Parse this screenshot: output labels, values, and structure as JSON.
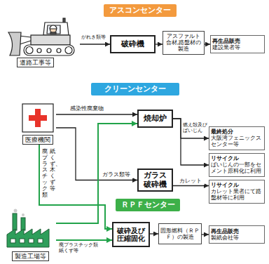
{
  "diagram": {
    "nodes": [
      {
        "text": [
          "アスコンセンター"
        ]
      },
      {
        "text": [
          "道路工事等"
        ]
      },
      {
        "text": [
          "破砕機"
        ]
      },
      {
        "text": [
          "アスファルト合材,路盤材の製造"
        ]
      },
      {
        "text": [
          "再生品販売",
          "建設業者等"
        ]
      },
      {
        "text": [
          "クリーンセンター"
        ]
      },
      {
        "text": [
          "医療機関"
        ]
      },
      {
        "text": [
          "焼却炉"
        ]
      },
      {
        "text": [
          "最終処分",
          "大阪湾フェニックスセンター等"
        ]
      },
      {
        "text": [
          "リサイクル",
          "ばいじんの一部をセメント原料化に利用"
        ]
      },
      {
        "text": [
          "ガラス 破砕機"
        ]
      },
      {
        "text": [
          "リサイクル",
          "カレット業者にて路盤材等に利用"
        ]
      },
      {
        "text": [
          "ＲＰＦセンター"
        ]
      },
      {
        "text": [
          "製造工場等"
        ]
      },
      {
        "text": [
          "破砕及び 圧縮固化"
        ]
      },
      {
        "text": [
          "固形燃料（ＲＰＦ）の製造"
        ]
      },
      {
        "text": [
          "再生品販売",
          "製紙会社等"
        ]
      }
    ],
    "edges": [
      {
        "from": 1,
        "to": 2,
        "arrow": "to",
        "label": "がれき類等"
      },
      {
        "from": 2,
        "to": 3,
        "arrow": "to"
      },
      {
        "from": 3,
        "to": 4,
        "arrow": "to"
      },
      {
        "from": 6,
        "to": 7,
        "arrow": "to",
        "label": "感染性廃棄物"
      },
      {
        "from": 6,
        "to": 10,
        "arrow": "to",
        "label": "ガラス類等"
      },
      {
        "from": 6,
        "to": 14,
        "arrow": "to",
        "label": "廃プラスチック類 紙くず、木くず等"
      },
      {
        "from": 13,
        "to": 7,
        "arrow": "to"
      },
      {
        "from": 7,
        "to": 8,
        "arrow": "to",
        "label": "燃え殻及びばいじん"
      },
      {
        "from": 7,
        "to": 9,
        "arrow": "to"
      },
      {
        "from": 10,
        "to": 11,
        "arrow": "to",
        "label": "カレット"
      },
      {
        "from": 13,
        "to": 14,
        "arrow": "to",
        "label": "廃プラスチック類 紙くず等"
      },
      {
        "from": 14,
        "to": 15,
        "arrow": "to"
      },
      {
        "from": 15,
        "to": 16,
        "arrow": "to"
      }
    ]
  }
}
